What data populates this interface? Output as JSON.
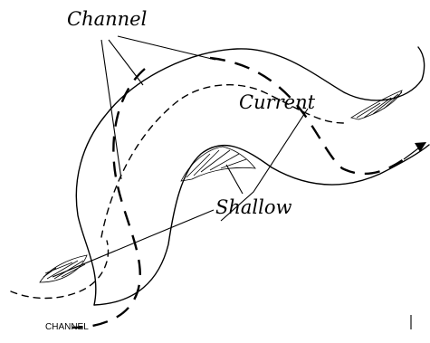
{
  "labels": {
    "channel": "Channel",
    "current": "Current",
    "shallow": "Shallow",
    "channel_caption": "CHANNEL"
  },
  "colors": {
    "ink": "#000000",
    "background": "#ffffff"
  }
}
